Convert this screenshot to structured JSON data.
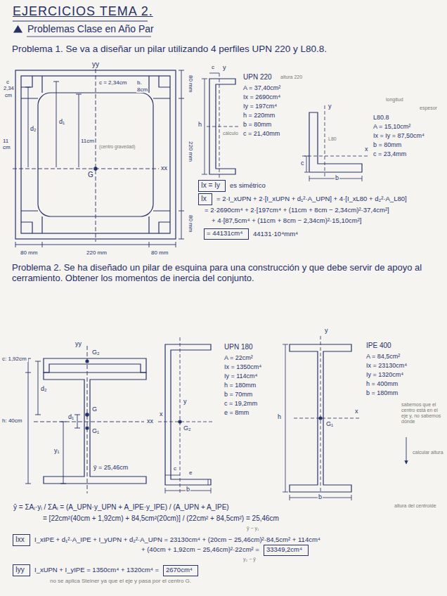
{
  "diagram": {
    "title": "EJERCICIOS TEMA 2.",
    "nodes": [
      {
        "text": [
          "Ix = Iy"
        ]
      },
      {
        "text": [
          "Ix"
        ]
      },
      {
        "text": [
          "= 44131cm⁴"
        ]
      },
      {
        "text": [
          "Ixx"
        ]
      },
      {
        "text": [
          "33349,2cm⁴"
        ]
      },
      {
        "text": [
          "Iyy"
        ]
      },
      {
        "text": [
          "2670cm⁴"
        ]
      }
    ],
    "labels": [
      "Problemas Clase en Año Par",
      "Problema 1. Se va a diseñar un pilar utilizando 4 perfiles UPN 220 y L80.8.",
      "yy",
      "c = 2,34cm",
      "b.",
      "8cm",
      "c",
      "2,34",
      "cm",
      "11 cm",
      "d₂",
      "d₁",
      "11cm",
      "(centro gravedad)",
      "G",
      "xx",
      "80 mm",
      "220 mm",
      "80 mm",
      "80 mm",
      "220 mm",
      "80 mm",
      "UPN 220",
      "altura 220",
      "A = 37,40cm²",
      "Ix = 2690cm⁴",
      "Iy = 197cm⁴",
      "h = 220mm",
      "b = 80mm",
      "c = 21,40mm",
      "h",
      "c",
      "y",
      "cálculo",
      "longitud",
      "espesor",
      "L80.8",
      "A = 15,10cm²",
      "Ix = Iy = 87,50cm⁴",
      "b = 80mm",
      "c = 23,4mm",
      "y",
      "L80",
      "x",
      "c",
      "b",
      "es simétrico",
      "= 2·I_xUPN + 2·[I_xUPN + d₁²·A_UPN] + 4·[I_xL80 + d₂²·A_L80]",
      "= 2·2690cm⁴ + 2·[197cm⁴ + (11cm + 8cm − 2,34cm)²·37,4cm²]",
      "+ 4·[87,5cm⁴ + (11cm + 8cm − 2,34cm)²·15,10cm²]",
      "44131·10⁴mm⁴",
      "Problema 2. Se ha diseñado un pilar de esquina para una construcción y que debe servir de apoyo al cerramiento. Obtener los momentos de inercia del conjunto.",
      "yy",
      "G₂",
      "c: 1,92cm",
      "d₂",
      "h: 40cm",
      "d₁",
      "G",
      "G₁",
      "y₁",
      "xx",
      "ȳ = 25,46cm",
      "UPN 180",
      "A = 22cm²",
      "Ix = 1350cm⁴",
      "Iy = 114cm⁴",
      "h = 180mm",
      "b = 70mm",
      "c = 19,2mm",
      "e = 8mm",
      "y",
      "x",
      "G₂",
      "c",
      "e",
      "b",
      "IPE 400",
      "A = 84,5cm²",
      "Ix = 23130cm⁴",
      "Iy = 1320cm⁴",
      "h = 400mm",
      "b = 180mm",
      "y",
      "x",
      "h",
      "G₁",
      "b",
      "sabemos que el centro está en el eje y, no sabemos dónde",
      "calcular altura",
      "ȳ = ΣAᵢ·yᵢ / ΣAᵢ = (A_UPN·y_UPN + A_IPE·y_IPE) / (A_UPN + A_IPE)",
      "= [22cm²(40cm + 1,92cm) + 84,5cm²(20cm)] / (22cm² + 84,5cm²) = 25,46cm",
      "altura del centroide",
      "ȳ − y₁",
      "I_xIPE + d₁²·A_IPE + I_yUPN + d₂²·A_UPN = 23130cm⁴ + (20cm − 25,46cm)²·84,5cm² + 114cm⁴",
      "+ (40cm + 1,92cm − 25,46cm)²·22cm² =",
      "y₂ − ȳ",
      "I_xUPN + I_yIPE = 1350cm⁴ + 1320cm⁴ =",
      "no se aplica Steiner ya que el eje y pasa por el centro G."
    ]
  }
}
